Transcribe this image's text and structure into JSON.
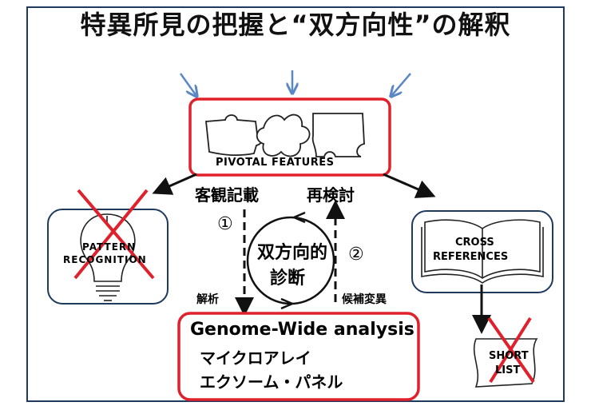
{
  "title": "特異所見の把握と“双方向性”の解釈",
  "pivotal": {
    "label": "PIVOTAL FEATURES"
  },
  "left_path": {
    "label": "客観記載"
  },
  "right_path": {
    "label": "再検討"
  },
  "step1": {
    "marker": "①",
    "label": "解析"
  },
  "step2": {
    "marker": "②",
    "label": "候補変異"
  },
  "center": {
    "line1": "双方向的",
    "line2": "診断"
  },
  "pattern": {
    "line1": "PATTERN",
    "line2": "RECOGNITION"
  },
  "cross": {
    "line1": "CROSS",
    "line2": "REFERENCES"
  },
  "shortlist": {
    "line1": "SHORT",
    "line2": "LIST"
  },
  "genome": {
    "title": "Genome-Wide analysis",
    "line1": "マイクロアレイ",
    "line2": "エクソーム・パネル"
  },
  "colors": {
    "red": "#e0202a",
    "blue_arrow": "#5b87c5",
    "dark": "#1a1a1a"
  }
}
